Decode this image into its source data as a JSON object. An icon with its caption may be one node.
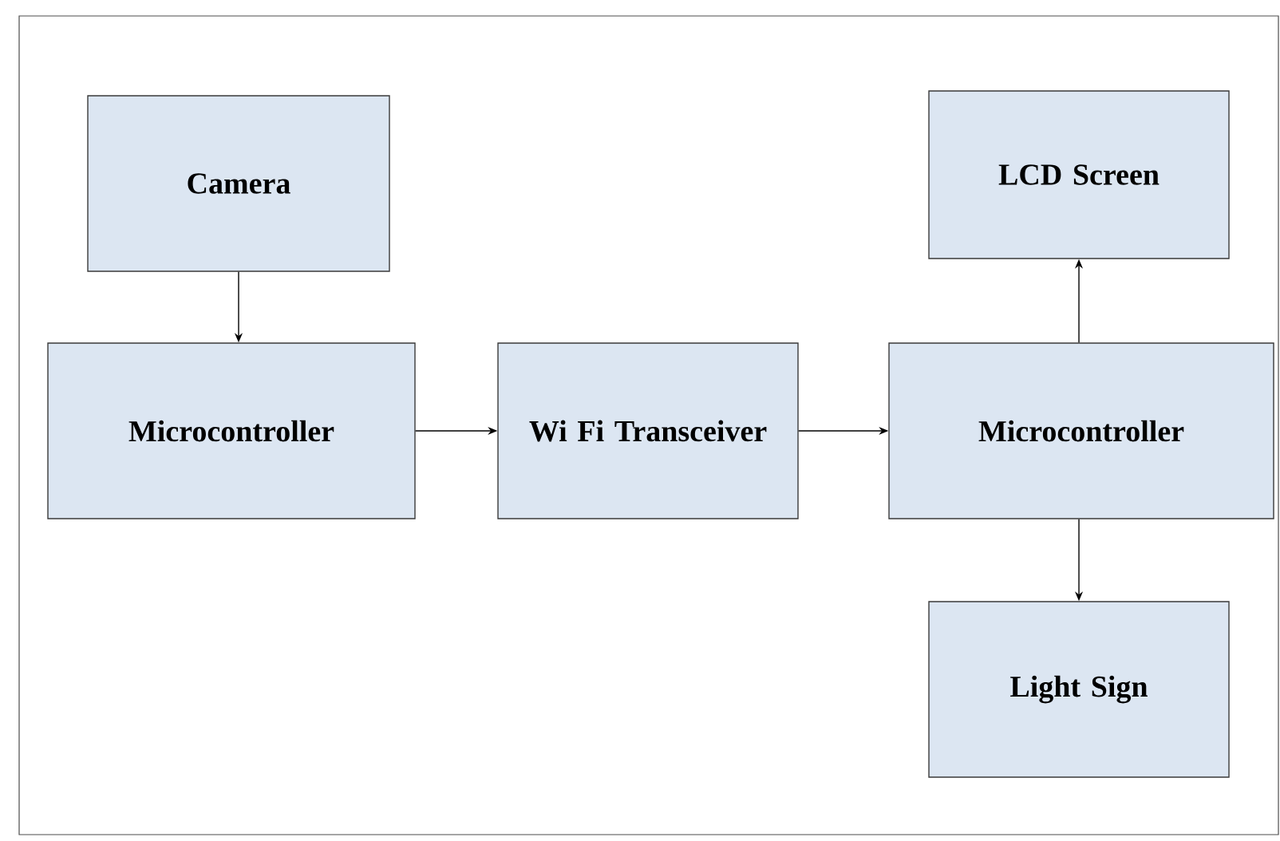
{
  "diagram": {
    "nodes": [
      {
        "text": [
          "Camera"
        ]
      },
      {
        "text": [
          "Microcontroller"
        ]
      },
      {
        "text": [
          "Wi Fi Transceiver"
        ]
      },
      {
        "text": [
          "Microcontroller"
        ]
      },
      {
        "text": [
          "LCD Screen"
        ]
      },
      {
        "text": [
          "Light Sign"
        ]
      }
    ],
    "edges": [
      {
        "from": 0,
        "to": 1,
        "arrow": "to"
      },
      {
        "from": 1,
        "to": 2,
        "arrow": "to"
      },
      {
        "from": 2,
        "to": 3,
        "arrow": "to"
      },
      {
        "from": 3,
        "to": 4,
        "arrow": "to"
      },
      {
        "from": 3,
        "to": 5,
        "arrow": "to"
      }
    ]
  }
}
